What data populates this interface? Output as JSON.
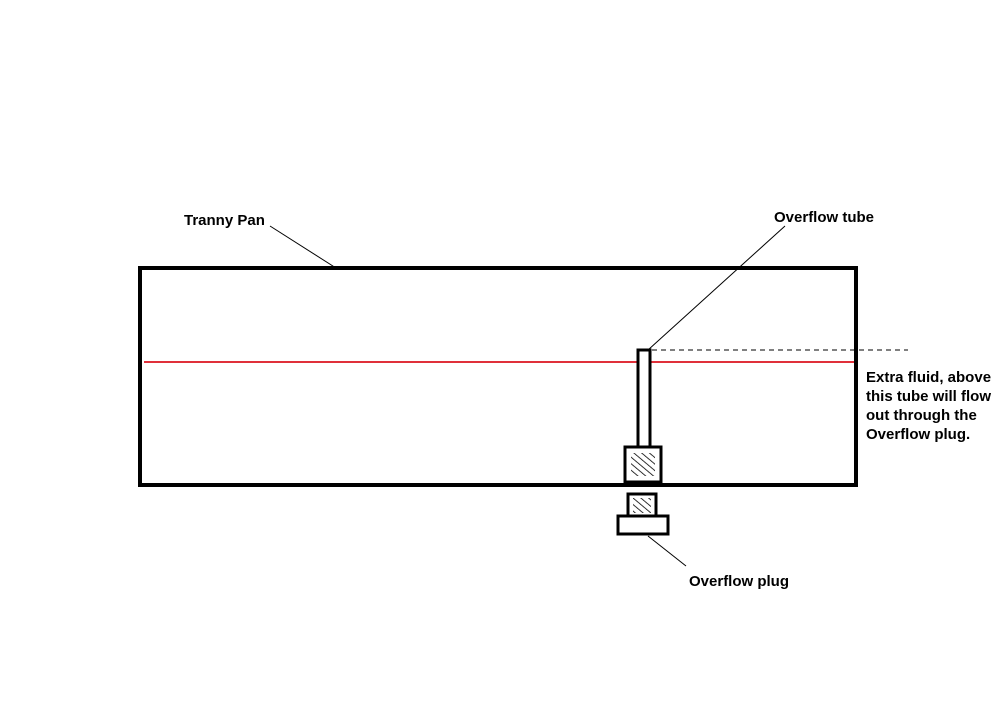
{
  "labels": {
    "tranny_pan": "Tranny Pan",
    "overflow_tube": "Overflow tube",
    "overflow_plug": "Overflow plug",
    "extra_fluid_lines": [
      "Extra fluid, above",
      "this tube will flow",
      "out through the",
      "Overflow plug."
    ]
  },
  "colors": {
    "outline": "#000000",
    "fluid_level": "#e0303a",
    "background": "#ffffff"
  }
}
